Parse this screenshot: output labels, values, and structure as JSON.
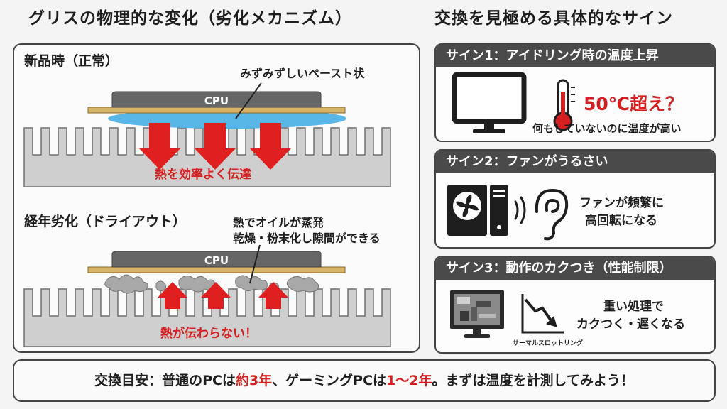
{
  "headings": {
    "left": "グリスの物理的な変化（劣化メカニズム）",
    "right": "交換を見極める具体的なサイン"
  },
  "normal": {
    "title": "新品時（正常）",
    "callout": "みずみずしいペースト状",
    "cpu_label": "CPU",
    "effect": "熱を効率よく伝達"
  },
  "dryout": {
    "title": "経年劣化（ドライアウト）",
    "callout_line1": "熱でオイルが蒸発",
    "callout_line2": "乾燥・粉末化し隙間ができる",
    "cpu_label": "CPU",
    "effect": "熱が伝わらない！"
  },
  "signs": [
    {
      "title": "サイン1：アイドリング時の温度上昇",
      "highlight": "50℃超え？",
      "description": "何もしていないのに温度が高い",
      "icons": [
        "monitor-icon",
        "thermometer-icon"
      ]
    },
    {
      "title": "サイン2：ファンがうるさい",
      "description_line1": "ファンが頻繁に",
      "description_line2": "高回転になる",
      "icons": [
        "pc-tower-icon",
        "sound-waves-icon",
        "ear-icon"
      ]
    },
    {
      "title": "サイン3：動作のカクつき（性能制限）",
      "description_line1": "重い処理で",
      "description_line2": "カクつく・遅くなる",
      "caption": "サーマルスロットリング",
      "icons": [
        "glitched-monitor-icon",
        "declining-graph-icon"
      ]
    }
  ],
  "footer": {
    "part1": "交換目安：普通のPCは",
    "em1": "約3年",
    "part2": "、ゲーミングPCは",
    "em2": "1〜2年",
    "part3": "。まずは温度を計測してみよう！"
  },
  "colors": {
    "accent_red": "#d42020",
    "paste_blue": "#4fb3e6",
    "dried_gray": "#9a9a9a",
    "header_dark": "#4a4a4a",
    "copper": "#d6b46a"
  }
}
